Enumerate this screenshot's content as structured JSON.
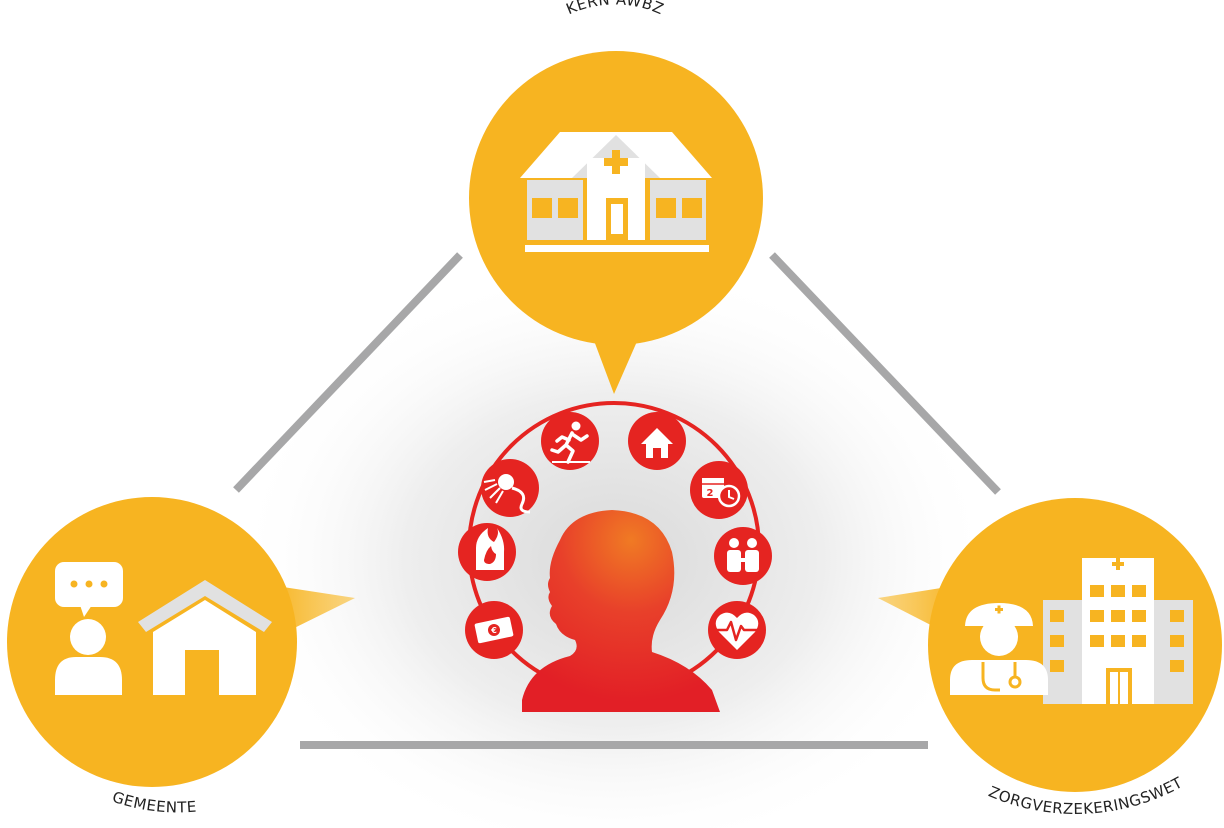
{
  "nodes": {
    "top": {
      "label": "KERN AWBZ",
      "icon": "care-home-icon"
    },
    "left": {
      "label": "GEMEENTE",
      "icon": "person-chat-house-icon"
    },
    "right": {
      "label": "ZORGVERZEKERINGSWET",
      "icon": "doctor-hospital-icon"
    }
  },
  "center": {
    "icon": "person-head-icon",
    "ring_icons": [
      {
        "name": "money-icon"
      },
      {
        "name": "fire-icon"
      },
      {
        "name": "shower-icon"
      },
      {
        "name": "running-icon"
      },
      {
        "name": "home-icon"
      },
      {
        "name": "calendar-clock-icon",
        "text": "2"
      },
      {
        "name": "family-icon"
      },
      {
        "name": "heart-pulse-icon"
      }
    ]
  },
  "colors": {
    "yellow": "#F7B421",
    "red": "#E52421",
    "line": "#A7A7A8"
  }
}
